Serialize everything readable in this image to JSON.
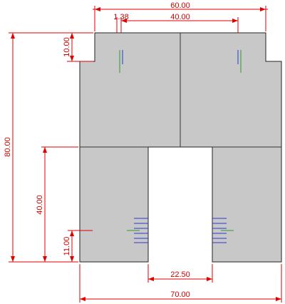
{
  "colors": {
    "part_fill": "#c8c8c8",
    "part_stroke": "#222222",
    "dimension": "#e00000",
    "blue_hatch": "#2a3ad0",
    "green_mark": "#2f9a2f"
  },
  "dimensions": {
    "top_width": "60.00",
    "small_offset": "1.38",
    "inner_width": "40.00",
    "step_height": "10.00",
    "total_height": "80.00",
    "leg_height": "40.00",
    "hatch_height": "11.00",
    "slot_width": "22.50",
    "total_width": "70.00"
  }
}
